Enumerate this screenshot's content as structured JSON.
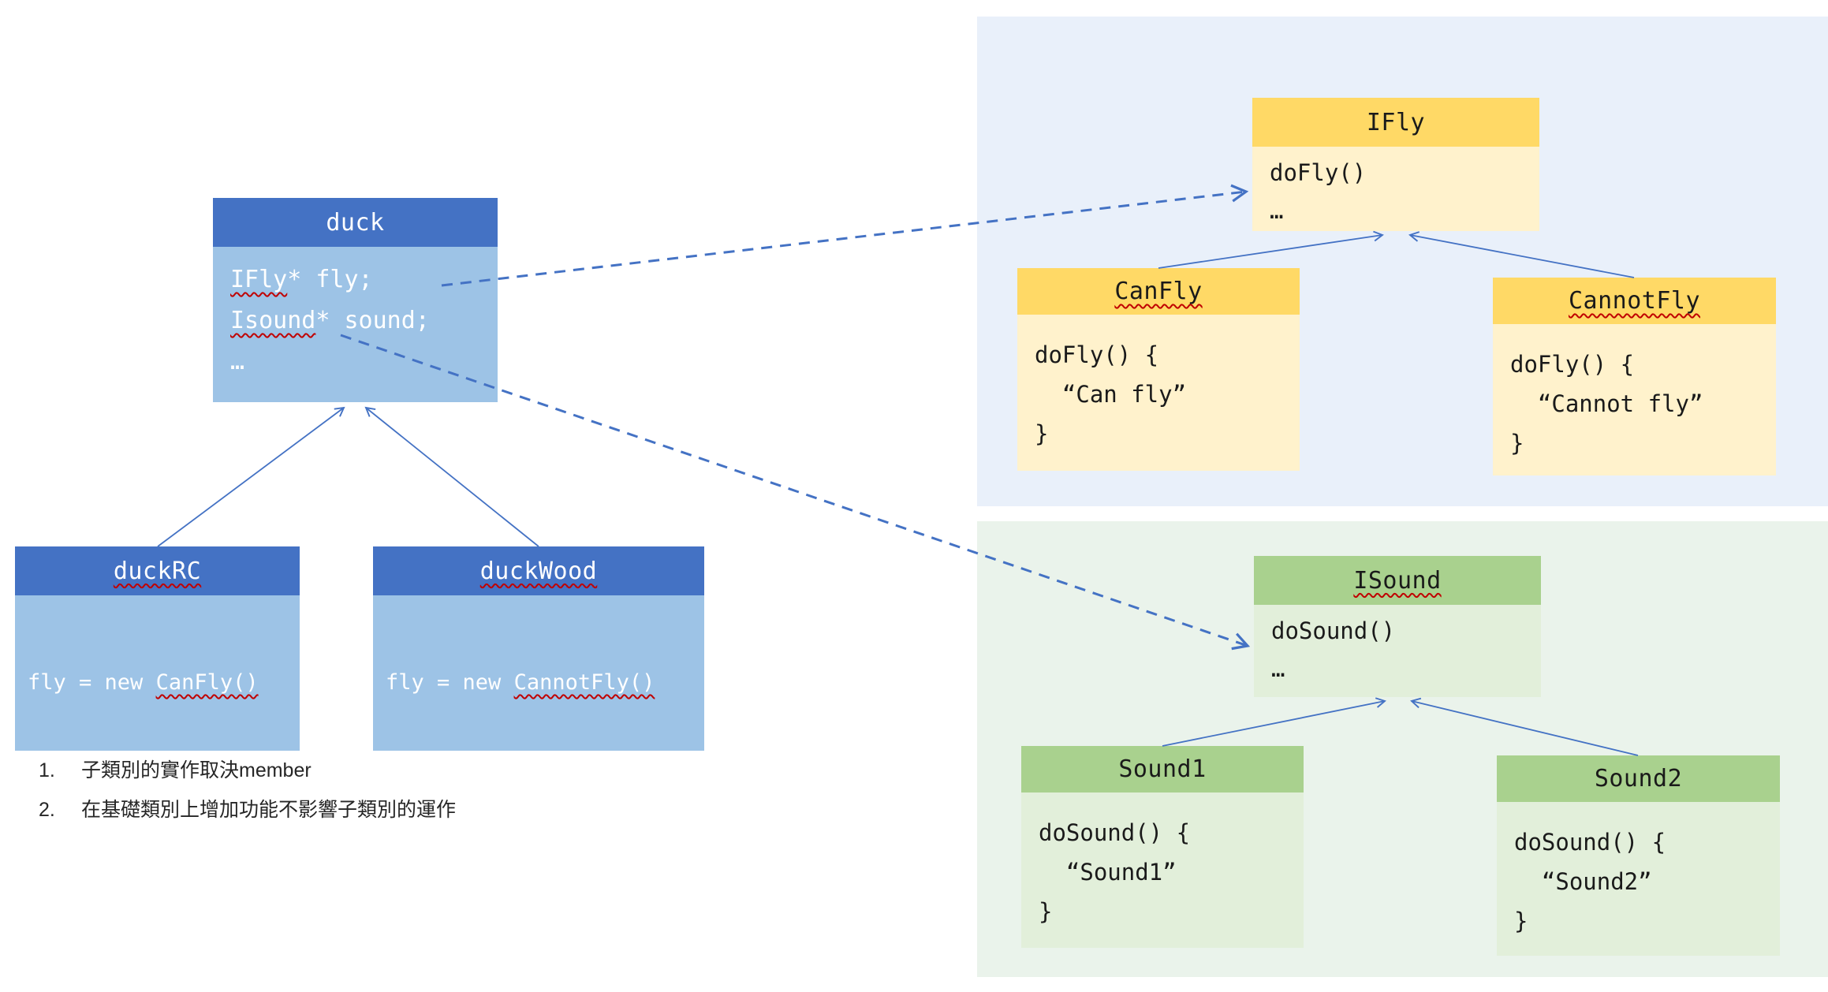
{
  "diagram": {
    "duck": {
      "title": "duck",
      "line1_u": "IFly",
      "line1_rest": "* fly;",
      "line2_u": "Isound",
      "line2_rest": "* sound;",
      "line3": "…"
    },
    "duckRC": {
      "title": "duckRC",
      "body_prefix": "fly = new ",
      "body_u": "CanFly()"
    },
    "duckWood": {
      "title": "duckWood",
      "body_prefix": "fly = new ",
      "body_u": "CannotFly()"
    },
    "ifly": {
      "title": "IFly",
      "line1": "doFly()",
      "line2": "…"
    },
    "canfly": {
      "title": "CanFly",
      "line1": "doFly() {",
      "line2": "  “Can fly”",
      "line3": "}"
    },
    "cannotfly": {
      "title": "CannotFly",
      "line1": "doFly() {",
      "line2": "  “Cannot fly”",
      "line3": "}"
    },
    "isound": {
      "title": "ISound",
      "line1": "doSound()",
      "line2": "…"
    },
    "sound1": {
      "title": "Sound1",
      "line1": "doSound() {",
      "line2": "  “Sound1”",
      "line3": "}"
    },
    "sound2": {
      "title": "Sound2",
      "line1": "doSound() {",
      "line2": "  “Sound2”",
      "line3": "}"
    }
  },
  "notes": {
    "item1_num": "1.",
    "item1_text": "子類別的實作取決member",
    "item2_num": "2.",
    "item2_text": "在基礎類別上增加功能不影響子類別的運作"
  },
  "colors": {
    "blue_header": "#4472C4",
    "blue_body": "#9DC3E6",
    "yellow_header": "#FFD966",
    "yellow_body": "#FFF2CC",
    "green_header": "#A9D18E",
    "green_body": "#E2EFDA",
    "panel_blue": "#E9F0FA",
    "panel_green": "#EAF3EB",
    "arrow": "#4472C4",
    "squiggle": "#C00000"
  }
}
